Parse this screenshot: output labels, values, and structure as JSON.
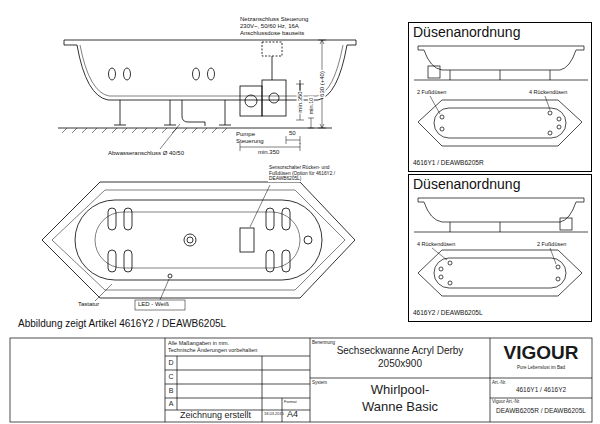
{
  "diagram": {
    "nodes": [
      {
        "text": [
          "Düsenanordnung",
          "2 Fußdüsen",
          "4 Rückendüsen",
          "4616Y1 / DEAWB6205R"
        ]
      },
      {
        "text": [
          "Düsenanordnung",
          "4 Rückendüsen",
          "2 Fußdüsen",
          "4616Y2 / DEAWB6205L"
        ]
      }
    ],
    "labels": [
      "Netzanschluss Steuerung",
      "230V~, 50/60 Hz, 16A",
      "Anschlussdose bauseits",
      "630 (+40)",
      "min.350",
      "min.10",
      "Pumpe",
      "Steuerung",
      "50",
      "min.350",
      "Abwasseranschluss Ø 40/50",
      "Sensorschalter Rücken- und Fußdüsen (Option für 4616Y2 / DEAWB6205L)",
      "Tastatur",
      "LED - Weiß",
      "Abbildung zeigt Artikel 4616Y2 / DEAWB6205L",
      "Alle Maßangaben in mm.",
      "Technische Änderungen vorbehalten",
      "D",
      "C",
      "B",
      "A",
      "Zeichnung erstellt",
      "18.03.2015",
      "Format",
      "A4",
      "Benennung",
      "Sechseckwanne Acryl Derby",
      "2050x900",
      "System",
      "Whirlpool-",
      "Wanne Basic",
      "VIGOUR",
      "Pure Lebenslust im Bad",
      "Art.-Nr.",
      "4616Y1 / 4616Y2",
      "Vigour Art.-Nr.",
      "DEAWB6205R / DEAWB6205L"
    ]
  }
}
